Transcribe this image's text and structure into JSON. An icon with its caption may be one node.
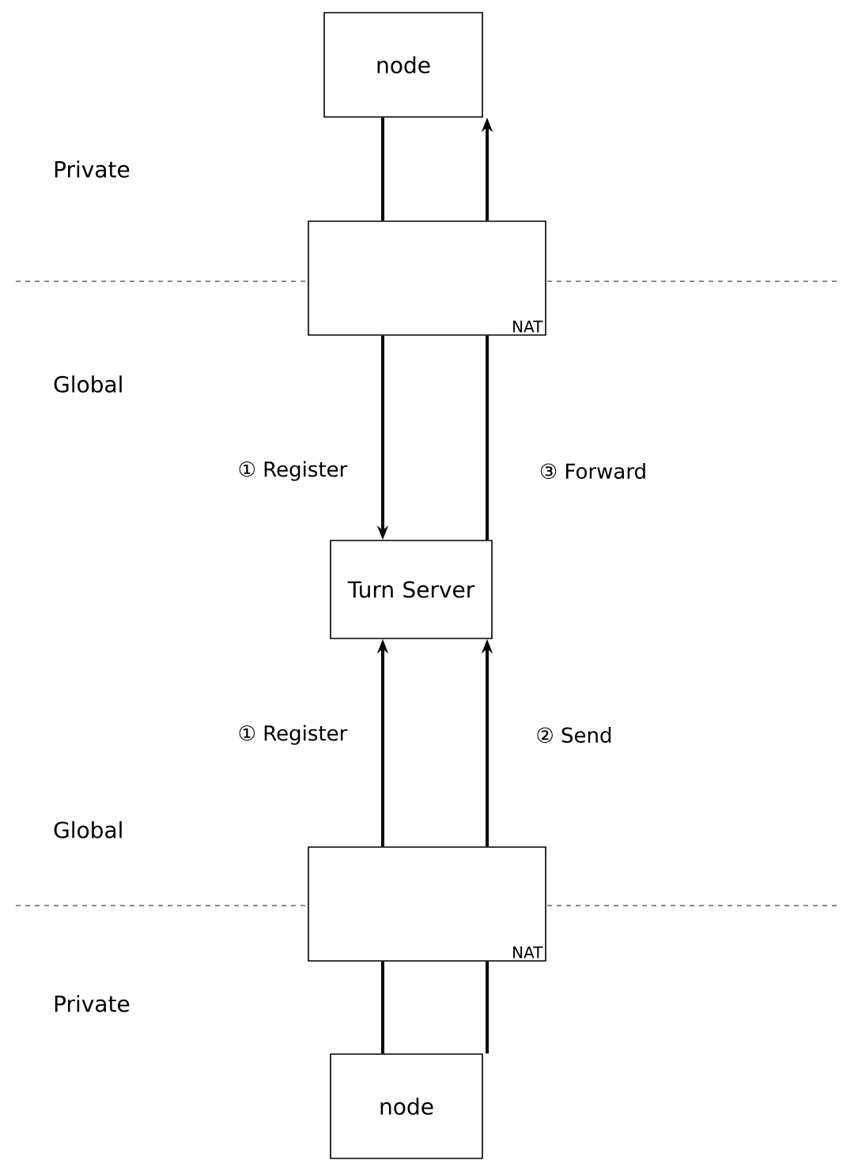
{
  "diagram": {
    "nodes": [
      {
        "text": [
          "node"
        ]
      },
      {
        "text": [
          "NAT"
        ]
      },
      {
        "text": [
          "Turn Server"
        ]
      },
      {
        "text": [
          "NAT"
        ]
      },
      {
        "text": [
          "node"
        ]
      }
    ],
    "edges": [
      {
        "from": 0,
        "to": 1,
        "arrow": "none"
      },
      {
        "from": 1,
        "to": 0,
        "arrow": "to"
      },
      {
        "from": 1,
        "to": 2,
        "arrow": "to",
        "label": "① Register"
      },
      {
        "from": 2,
        "to": 1,
        "arrow": "none",
        "label": "③ Forward"
      },
      {
        "from": 3,
        "to": 2,
        "arrow": "to",
        "label": "① Register"
      },
      {
        "from": 3,
        "to": 2,
        "arrow": "to",
        "label": "② Send"
      },
      {
        "from": 4,
        "to": 3,
        "arrow": "none"
      },
      {
        "from": 4,
        "to": 3,
        "arrow": "none"
      }
    ],
    "labels": [
      "Private",
      "Global",
      "Global",
      "Private"
    ]
  }
}
